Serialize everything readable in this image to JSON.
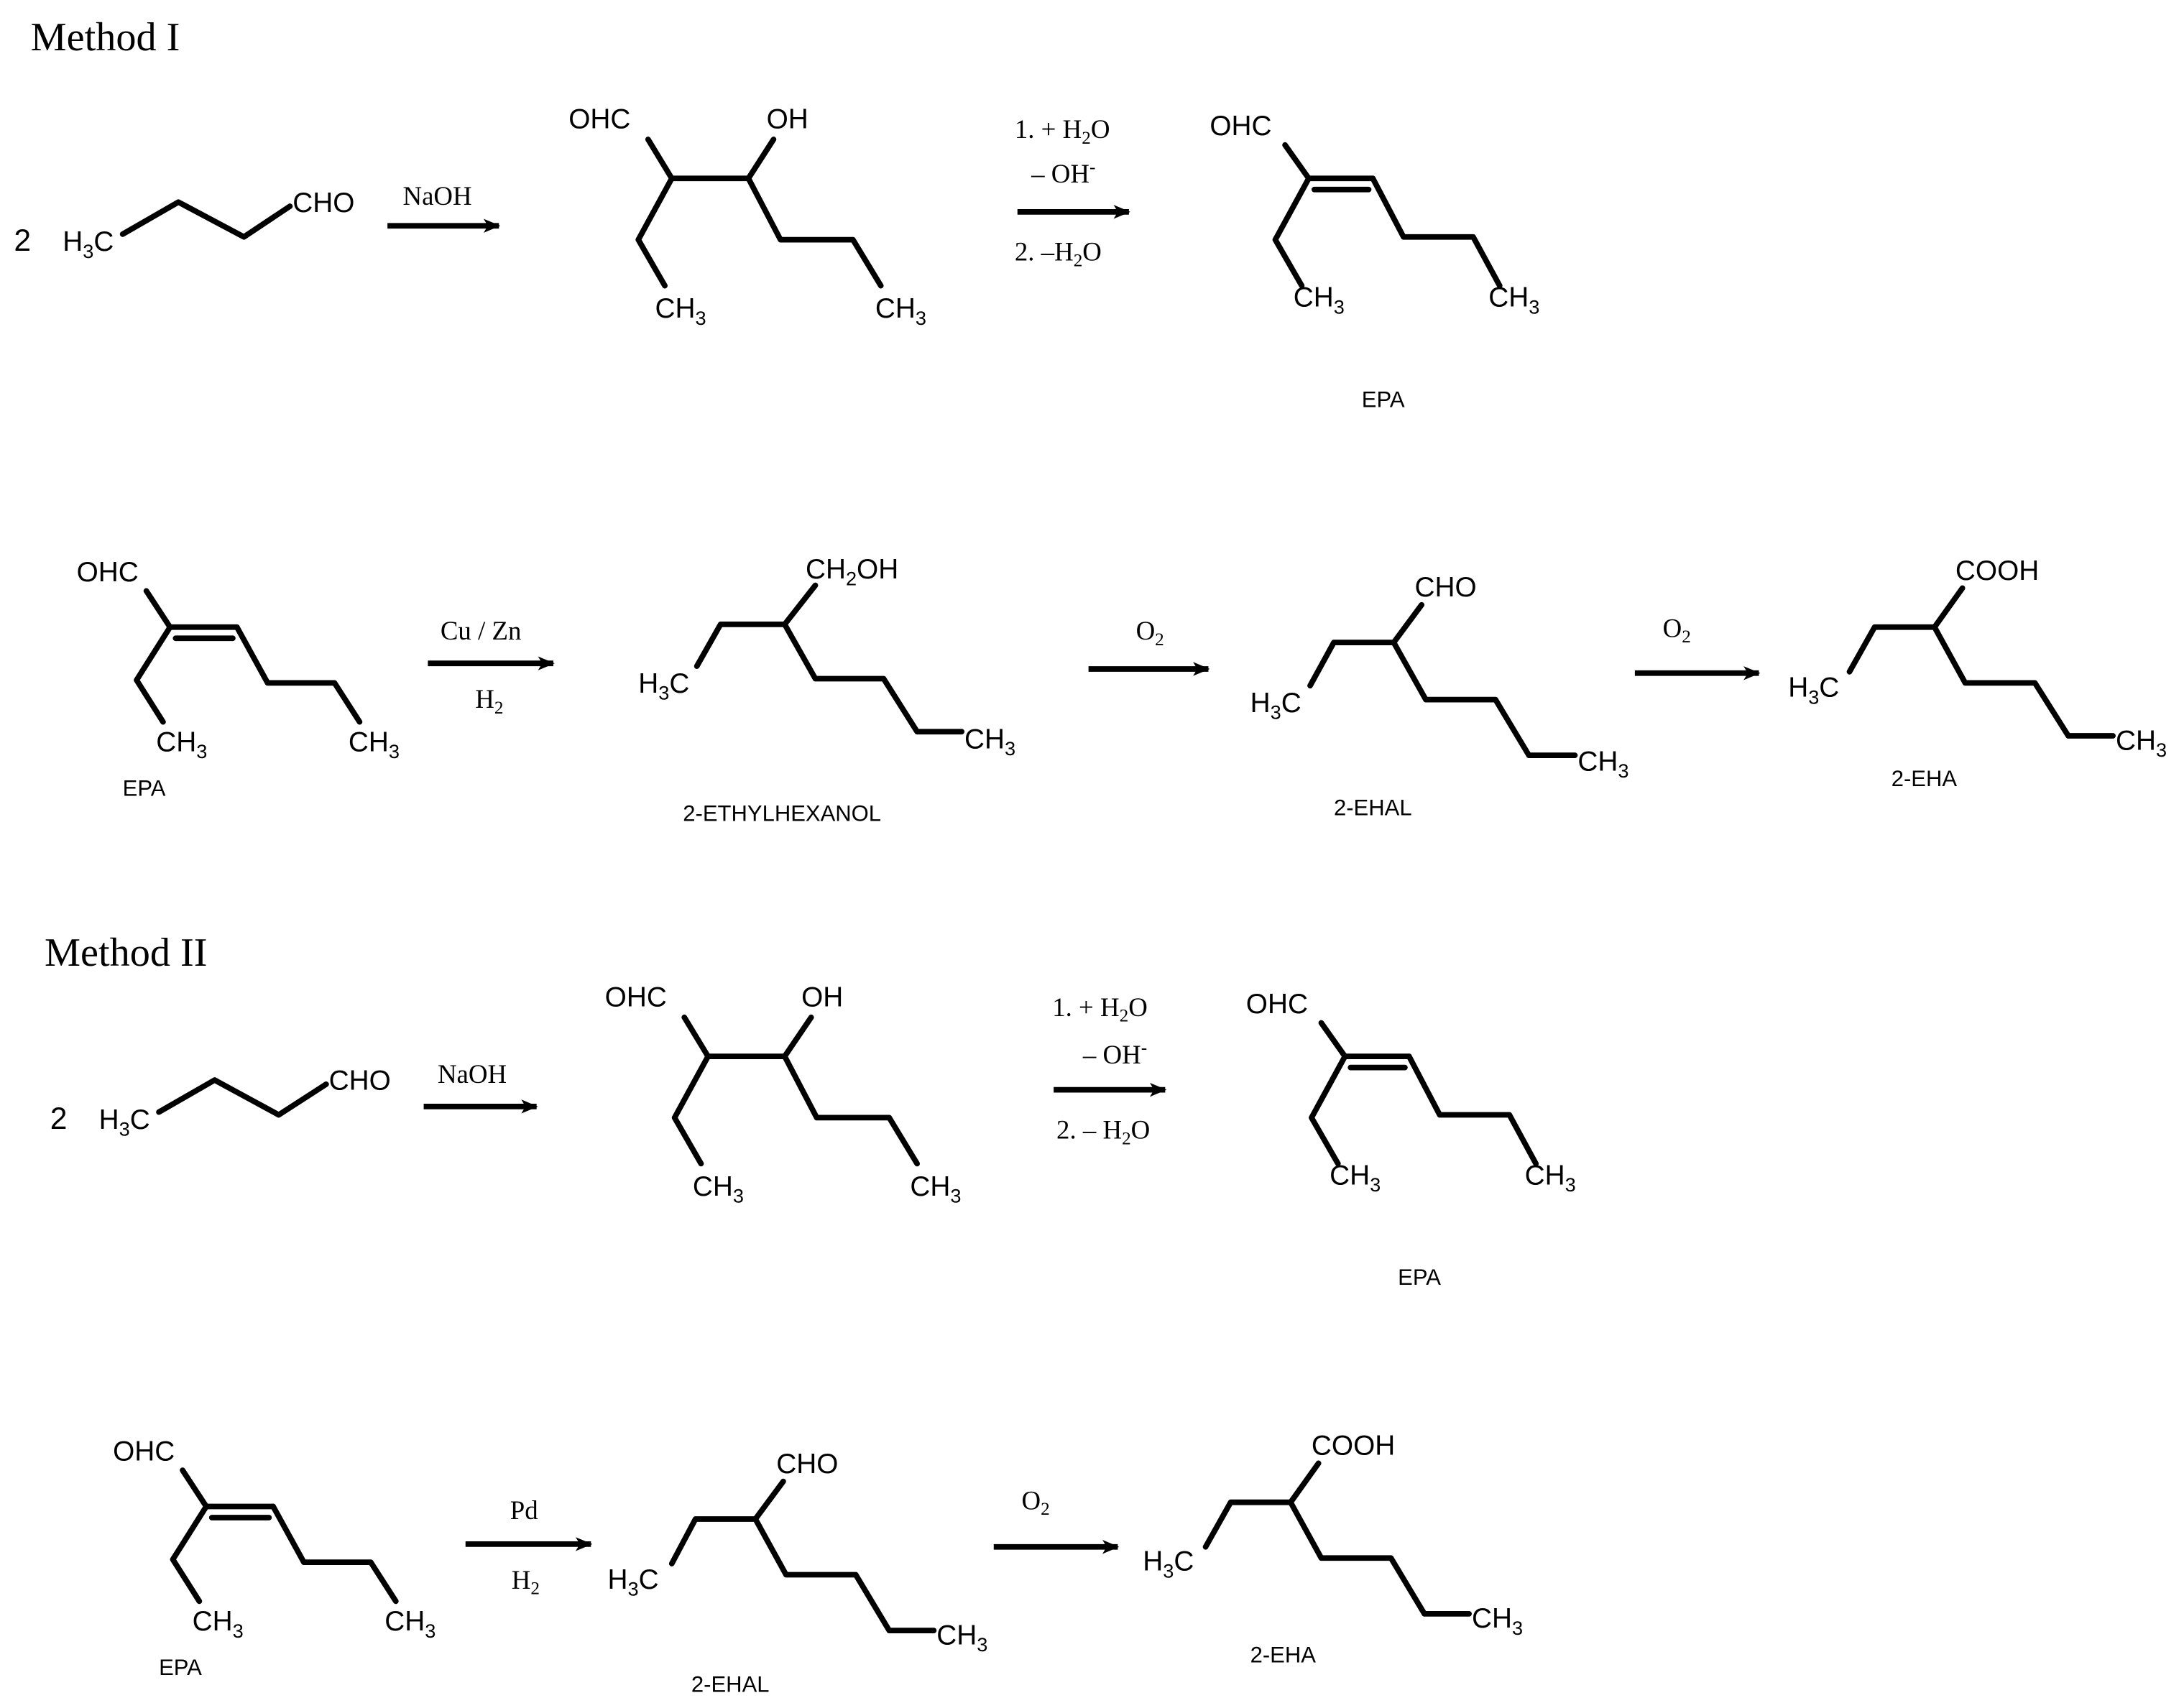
{
  "method1": {
    "title": "Method I",
    "row1": {
      "coefficient": "2",
      "butanal": {
        "h3c": "H3C",
        "cho": "CHO"
      },
      "arrow1": {
        "above": "NaOH"
      },
      "aldol": {
        "ohc": "OHC",
        "oh": "OH",
        "ch3_left": "CH3",
        "ch3_right": "CH3"
      },
      "arrow2": {
        "line1": "1. + H2O",
        "line2": "– OH⁻",
        "line3": "2. –H2O"
      },
      "epa": {
        "ohc": "OHC",
        "ch3_left": "CH3",
        "ch3_right": "CH3",
        "name": "EPA"
      }
    },
    "row2": {
      "epa": {
        "ohc": "OHC",
        "ch3_left": "CH3",
        "ch3_right": "CH3",
        "name": "EPA"
      },
      "arrow1": {
        "above": "Cu / Zn",
        "below": "H2"
      },
      "ethylhexanol": {
        "ch2oh": "CH2OH",
        "h3c": "H3C",
        "ch3": "CH3",
        "name": "2-ETHYLHEXANOL"
      },
      "arrow2": {
        "above": "O2"
      },
      "ehal": {
        "cho": "CHO",
        "h3c": "H3C",
        "ch3": "CH3",
        "name": "2-EHAL"
      },
      "arrow3": {
        "above": "O2"
      },
      "eha": {
        "cooh": "COOH",
        "h3c": "H3C",
        "ch3": "CH3",
        "name": "2-EHA"
      }
    }
  },
  "method2": {
    "title": "Method II",
    "row1": {
      "coefficient": "2",
      "butanal": {
        "h3c": "H3C",
        "cho": "CHO"
      },
      "arrow1": {
        "above": "NaOH"
      },
      "aldol": {
        "ohc": "OHC",
        "oh": "OH",
        "ch3_left": "CH3",
        "ch3_right": "CH3"
      },
      "arrow2": {
        "line1": "1. + H2O",
        "line2": "– OH⁻",
        "line3": "2. – H2O"
      },
      "epa": {
        "ohc": "OHC",
        "ch3_left": "CH3",
        "ch3_right": "CH3",
        "name": "EPA"
      }
    },
    "row2": {
      "epa": {
        "ohc": "OHC",
        "ch3_left": "CH3",
        "ch3_right": "CH3",
        "name": "EPA"
      },
      "arrow1": {
        "above": "Pd",
        "below": "H2"
      },
      "ehal": {
        "cho": "CHO",
        "h3c": "H3C",
        "ch3": "CH3",
        "name": "2-EHAL"
      },
      "arrow2": {
        "above": "O2"
      },
      "eha": {
        "cooh": "COOH",
        "h3c": "H3C",
        "ch3": "CH3",
        "name": "2-EHA"
      }
    }
  }
}
